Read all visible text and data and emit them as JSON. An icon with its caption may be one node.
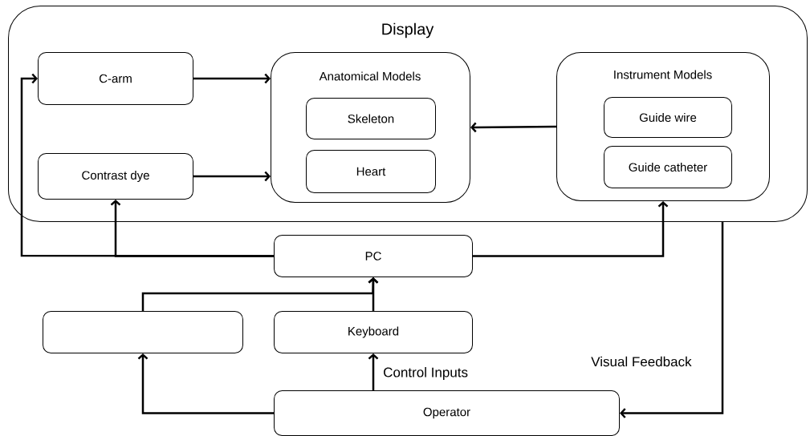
{
  "diagram": {
    "nodes": [
      {
        "text": [
          "Display"
        ]
      },
      {
        "text": [
          "C-arm"
        ],
        "in": 0
      },
      {
        "text": [
          "Contrast dye"
        ],
        "in": 0
      },
      {
        "text": [
          "Anatomical Models"
        ],
        "in": 0
      },
      {
        "text": [
          "Skeleton"
        ],
        "in": 3
      },
      {
        "text": [
          "Heart"
        ],
        "in": 3
      },
      {
        "text": [
          "Instrument Models"
        ],
        "in": 0
      },
      {
        "text": [
          "Guide wire"
        ],
        "in": 6
      },
      {
        "text": [
          "Guide catheter"
        ],
        "in": 6
      },
      {
        "text": [
          "PC"
        ]
      },
      {
        "text": [],
        "shape": "box"
      },
      {
        "text": [
          "Keyboard"
        ]
      },
      {
        "text": [
          "Operator"
        ]
      }
    ],
    "edges": [
      {
        "from": 1,
        "to": 3,
        "arrow": "to"
      },
      {
        "from": 2,
        "to": 3,
        "arrow": "to"
      },
      {
        "from": 6,
        "to": 3,
        "arrow": "to"
      },
      {
        "from": 9,
        "to": 1,
        "arrow": "to"
      },
      {
        "from": 9,
        "to": 2,
        "arrow": "to"
      },
      {
        "from": 9,
        "to": 6,
        "arrow": "to"
      },
      {
        "from": 10,
        "to": 9,
        "arrow": "to"
      },
      {
        "from": 11,
        "to": 9,
        "arrow": "to"
      },
      {
        "from": 12,
        "to": 11,
        "arrow": "to",
        "label": "Control Inputs"
      },
      {
        "from": 12,
        "to": 10,
        "arrow": "to"
      },
      {
        "from": 0,
        "to": 12,
        "arrow": "to",
        "label": "Visual Feedback"
      }
    ]
  }
}
